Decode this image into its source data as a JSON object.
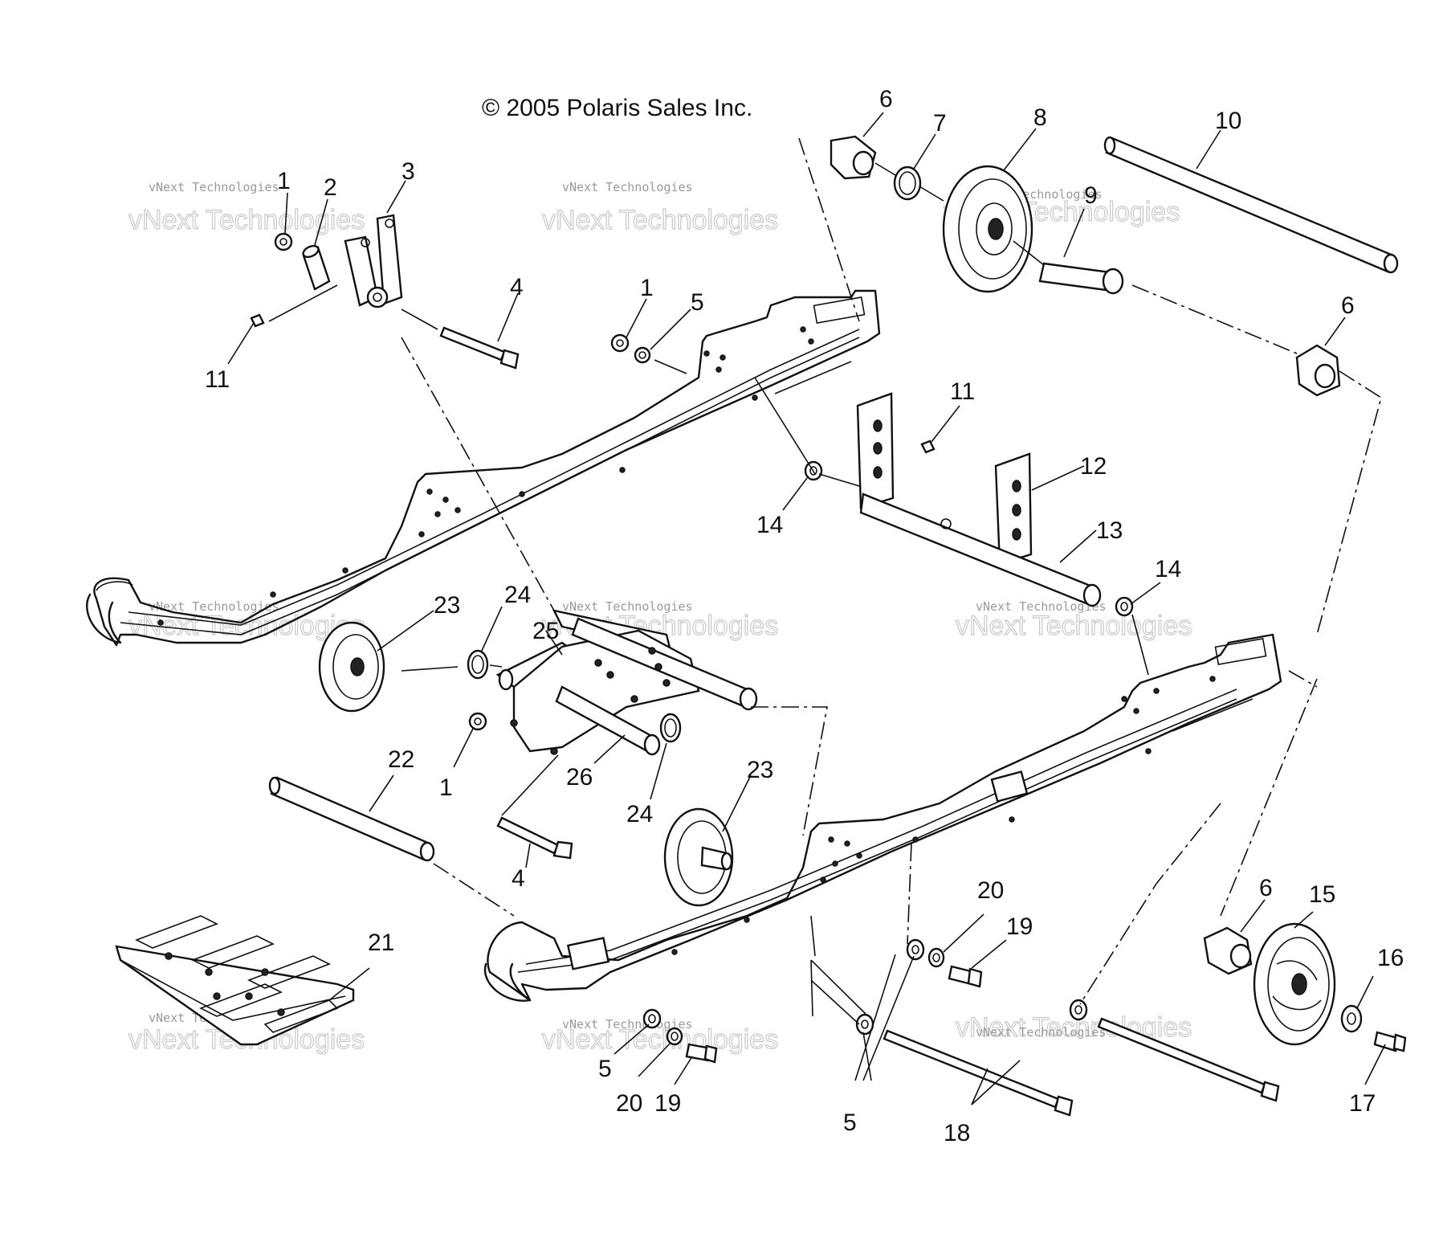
{
  "copyright": "© 2005 Polaris Sales Inc.",
  "watermark": {
    "big_text": "vNext Technologies",
    "small_text": "vNext Technologies"
  },
  "callouts": [
    {
      "id": "c1a",
      "text": "1"
    },
    {
      "id": "c2",
      "text": "2"
    },
    {
      "id": "c3",
      "text": "3"
    },
    {
      "id": "c11a",
      "text": "11"
    },
    {
      "id": "c4a",
      "text": "4"
    },
    {
      "id": "c1b",
      "text": "1"
    },
    {
      "id": "c5a",
      "text": "5"
    },
    {
      "id": "c6a",
      "text": "6"
    },
    {
      "id": "c7",
      "text": "7"
    },
    {
      "id": "c8",
      "text": "8"
    },
    {
      "id": "c9",
      "text": "9"
    },
    {
      "id": "c10",
      "text": "10"
    },
    {
      "id": "c6b",
      "text": "6"
    },
    {
      "id": "c11b",
      "text": "11"
    },
    {
      "id": "c12",
      "text": "12"
    },
    {
      "id": "c13",
      "text": "13"
    },
    {
      "id": "c14a",
      "text": "14"
    },
    {
      "id": "c14b",
      "text": "14"
    },
    {
      "id": "c23a",
      "text": "23"
    },
    {
      "id": "c24a",
      "text": "24"
    },
    {
      "id": "c25",
      "text": "25"
    },
    {
      "id": "c1c",
      "text": "1"
    },
    {
      "id": "c26",
      "text": "26"
    },
    {
      "id": "c24b",
      "text": "24"
    },
    {
      "id": "c23b",
      "text": "23"
    },
    {
      "id": "c22",
      "text": "22"
    },
    {
      "id": "c4b",
      "text": "4"
    },
    {
      "id": "c21",
      "text": "21"
    },
    {
      "id": "c20a",
      "text": "20"
    },
    {
      "id": "c19a",
      "text": "19"
    },
    {
      "id": "c6c",
      "text": "6"
    },
    {
      "id": "c15",
      "text": "15"
    },
    {
      "id": "c16",
      "text": "16"
    },
    {
      "id": "c17",
      "text": "17"
    },
    {
      "id": "c5b",
      "text": "5"
    },
    {
      "id": "c20b",
      "text": "20"
    },
    {
      "id": "c19b",
      "text": "19"
    },
    {
      "id": "c5c",
      "text": "5"
    },
    {
      "id": "c18",
      "text": "18"
    }
  ]
}
